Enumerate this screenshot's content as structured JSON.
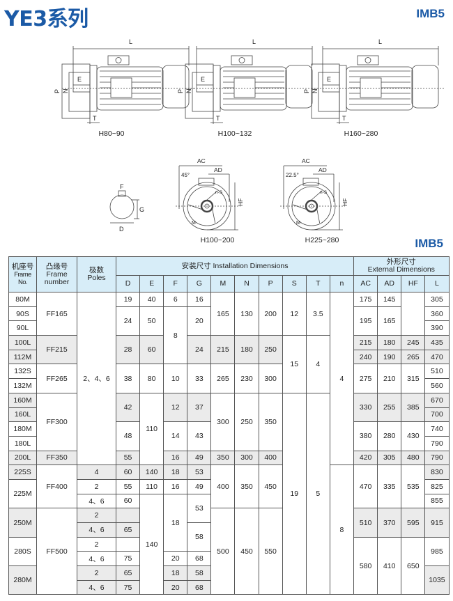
{
  "header": {
    "title": "YE3系列",
    "mount_label": "IMB5"
  },
  "diagrams": {
    "side_views": [
      {
        "caption": "H80~90",
        "labels": {
          "L": "L",
          "P": "P",
          "N": "N",
          "E": "E",
          "T": "T"
        }
      },
      {
        "caption": "H100~132",
        "labels": {
          "L": "L",
          "P": "P",
          "N": "N",
          "E": "E",
          "T": "T"
        }
      },
      {
        "caption": "H160~280",
        "labels": {
          "L": "L",
          "P": "P",
          "N": "N",
          "E": "E",
          "T": "T"
        }
      }
    ],
    "shaft": {
      "F": "F",
      "G": "G",
      "D": "D"
    },
    "end_views": [
      {
        "caption": "H100~200",
        "AC": "AC",
        "AD": "AD",
        "HF": "HF",
        "angle": "45°",
        "M": "M",
        "hole": "n-S"
      },
      {
        "caption": "H225~280",
        "AC": "AC",
        "AD": "AD",
        "HF": "HF",
        "angle": "22.5°",
        "M": "M",
        "hole": "n-S"
      }
    ]
  },
  "table": {
    "section_label": "IMB5",
    "headers": {
      "frame_cn": "机座号",
      "frame_en": "Frame No.",
      "flange_cn": "凸缘号",
      "flange_en": "Frame number",
      "poles_cn": "极数",
      "poles_en": "Poles",
      "install": "安装尺寸  Installation Dimensions",
      "external_cn": "外形尺寸",
      "external_en": "External Dimensions",
      "columns": [
        "D",
        "E",
        "F",
        "G",
        "M",
        "N",
        "P",
        "S",
        "T",
        "n",
        "AC",
        "AD",
        "HF",
        "L"
      ]
    },
    "rows": [
      [
        {
          "t": "80M"
        },
        {
          "t": "FF165",
          "rs": 3
        },
        {
          "t": "2、4、6",
          "rs": 12
        },
        {
          "t": "19"
        },
        {
          "t": "40"
        },
        {
          "t": "6"
        },
        {
          "t": "16"
        },
        {
          "t": "165",
          "rs": 3
        },
        {
          "t": "130",
          "rs": 3
        },
        {
          "t": "200",
          "rs": 3
        },
        {
          "t": "12",
          "rs": 3
        },
        {
          "t": "3.5",
          "rs": 3
        },
        {
          "t": "4",
          "rs": 12
        },
        {
          "t": "175"
        },
        {
          "t": "145"
        },
        {
          "t": "",
          "rs": 3
        },
        {
          "t": "305"
        }
      ],
      [
        {
          "t": "90S"
        },
        {
          "t": "24",
          "rs": 2
        },
        {
          "t": "50",
          "rs": 2
        },
        {
          "t": "8",
          "rs": 4
        },
        {
          "t": "20",
          "rs": 2
        },
        {
          "t": "195",
          "rs": 2
        },
        {
          "t": "165",
          "rs": 2
        },
        {
          "t": "360"
        }
      ],
      [
        {
          "t": "90L"
        },
        {
          "t": "390"
        }
      ],
      [
        {
          "t": "100L",
          "g": 1
        },
        {
          "t": "FF215",
          "rs": 2,
          "g": 1
        },
        {
          "t": "28",
          "rs": 2,
          "g": 1
        },
        {
          "t": "60",
          "rs": 2,
          "g": 1
        },
        {
          "t": "24",
          "rs": 2,
          "g": 1
        },
        {
          "t": "215",
          "rs": 2,
          "g": 1
        },
        {
          "t": "180",
          "rs": 2,
          "g": 1
        },
        {
          "t": "250",
          "rs": 2,
          "g": 1
        },
        {
          "t": "15",
          "rs": 4
        },
        {
          "t": "4",
          "rs": 4
        },
        {
          "t": "215",
          "g": 1
        },
        {
          "t": "180",
          "g": 1
        },
        {
          "t": "245",
          "g": 1
        },
        {
          "t": "435",
          "g": 1
        }
      ],
      [
        {
          "t": "112M",
          "g": 1
        },
        {
          "t": "240",
          "g": 1
        },
        {
          "t": "190",
          "g": 1
        },
        {
          "t": "265",
          "g": 1
        },
        {
          "t": "470",
          "g": 1
        }
      ],
      [
        {
          "t": "132S"
        },
        {
          "t": "FF265",
          "rs": 2
        },
        {
          "t": "38",
          "rs": 2
        },
        {
          "t": "80",
          "rs": 2
        },
        {
          "t": "10",
          "rs": 2
        },
        {
          "t": "33",
          "rs": 2
        },
        {
          "t": "265",
          "rs": 2
        },
        {
          "t": "230",
          "rs": 2
        },
        {
          "t": "300",
          "rs": 2
        },
        {
          "t": "275",
          "rs": 2
        },
        {
          "t": "210",
          "rs": 2
        },
        {
          "t": "315",
          "rs": 2
        },
        {
          "t": "510"
        }
      ],
      [
        {
          "t": "132M"
        },
        {
          "t": "560"
        }
      ],
      [
        {
          "t": "160M",
          "g": 1
        },
        {
          "t": "FF300",
          "rs": 4
        },
        {
          "t": "42",
          "rs": 2,
          "g": 1
        },
        {
          "t": "110",
          "rs": 5
        },
        {
          "t": "12",
          "rs": 2,
          "g": 1
        },
        {
          "t": "37",
          "rs": 2,
          "g": 1
        },
        {
          "t": "300",
          "rs": 4
        },
        {
          "t": "250",
          "rs": 4
        },
        {
          "t": "350",
          "rs": 4
        },
        {
          "t": "19",
          "rs": 14
        },
        {
          "t": "5",
          "rs": 14
        },
        {
          "t": "330",
          "rs": 2,
          "g": 1
        },
        {
          "t": "255",
          "rs": 2,
          "g": 1
        },
        {
          "t": "385",
          "rs": 2,
          "g": 1
        },
        {
          "t": "670",
          "g": 1
        }
      ],
      [
        {
          "t": "160L",
          "g": 1
        },
        {
          "t": "700",
          "g": 1
        }
      ],
      [
        {
          "t": "180M"
        },
        {
          "t": "48",
          "rs": 2
        },
        {
          "t": "14",
          "rs": 2
        },
        {
          "t": "43",
          "rs": 2
        },
        {
          "t": "380",
          "rs": 2
        },
        {
          "t": "280",
          "rs": 2
        },
        {
          "t": "430",
          "rs": 2
        },
        {
          "t": "740"
        }
      ],
      [
        {
          "t": "180L"
        },
        {
          "t": "790"
        }
      ],
      [
        {
          "t": "200L",
          "g": 1
        },
        {
          "t": "FF350",
          "g": 1
        },
        {
          "t": "55",
          "g": 1
        },
        {
          "t": "16",
          "g": 1
        },
        {
          "t": "49",
          "g": 1
        },
        {
          "t": "350",
          "g": 1
        },
        {
          "t": "300",
          "g": 1
        },
        {
          "t": "400",
          "g": 1
        },
        {
          "t": "420",
          "g": 1
        },
        {
          "t": "305",
          "g": 1
        },
        {
          "t": "480",
          "g": 1
        },
        {
          "t": "790",
          "g": 1
        }
      ],
      [
        {
          "t": "225S",
          "g": 1
        },
        {
          "t": "FF400",
          "rs": 3
        },
        {
          "t": "4",
          "g": 1
        },
        {
          "t": "60",
          "g": 1
        },
        {
          "t": "140",
          "g": 1
        },
        {
          "t": "18",
          "g": 1
        },
        {
          "t": "53",
          "g": 1
        },
        {
          "t": "400",
          "rs": 3
        },
        {
          "t": "350",
          "rs": 3
        },
        {
          "t": "450",
          "rs": 3
        },
        {
          "t": "8",
          "rs": 9
        },
        {
          "t": "470",
          "rs": 3
        },
        {
          "t": "335",
          "rs": 3
        },
        {
          "t": "535",
          "rs": 3
        },
        {
          "t": "830",
          "g": 1
        }
      ],
      [
        {
          "t": "225M",
          "rs": 2
        },
        {
          "t": "2"
        },
        {
          "t": "55"
        },
        {
          "t": "110"
        },
        {
          "t": "16"
        },
        {
          "t": "49"
        },
        {
          "t": "825"
        }
      ],
      [
        {
          "t": "4、6"
        },
        {
          "t": "60"
        },
        {
          "t": "140",
          "rs": 7
        },
        {
          "t": "18",
          "rs": 4
        },
        {
          "t": "53",
          "rs": 2
        },
        {
          "t": "855"
        }
      ],
      [
        {
          "t": "250M",
          "rs": 2,
          "g": 1
        },
        {
          "t": "FF500",
          "rs": 6
        },
        {
          "t": "2",
          "g": 1
        },
        {
          "t": "",
          "g": 1
        },
        {
          "t": "500",
          "rs": 6
        },
        {
          "t": "450",
          "rs": 6
        },
        {
          "t": "550",
          "rs": 6
        },
        {
          "t": "510",
          "rs": 2,
          "g": 1
        },
        {
          "t": "370",
          "rs": 2,
          "g": 1
        },
        {
          "t": "595",
          "rs": 2,
          "g": 1
        },
        {
          "t": "915",
          "rs": 2,
          "g": 1
        }
      ],
      [
        {
          "t": "4、6",
          "g": 1
        },
        {
          "t": "65",
          "g": 1
        },
        {
          "t": "58",
          "rs": 2
        }
      ],
      [
        {
          "t": "280S",
          "rs": 2
        },
        {
          "t": "2"
        },
        {
          "t": ""
        },
        {
          "t": "580",
          "rs": 4
        },
        {
          "t": "410",
          "rs": 4
        },
        {
          "t": "650",
          "rs": 4
        },
        {
          "t": "985",
          "rs": 2
        }
      ],
      [
        {
          "t": "4、6"
        },
        {
          "t": "75"
        },
        {
          "t": "20"
        },
        {
          "t": "68"
        }
      ],
      [
        {
          "t": "280M",
          "rs": 2,
          "g": 1
        },
        {
          "t": "2",
          "g": 1
        },
        {
          "t": "65",
          "g": 1
        },
        {
          "t": "18",
          "g": 1
        },
        {
          "t": "58",
          "g": 1
        },
        {
          "t": "1035",
          "rs": 2,
          "g": 1
        }
      ],
      [
        {
          "t": "4、6",
          "g": 1
        },
        {
          "t": "75",
          "g": 1
        },
        {
          "t": "20",
          "g": 1
        },
        {
          "t": "68",
          "g": 1
        }
      ]
    ]
  }
}
